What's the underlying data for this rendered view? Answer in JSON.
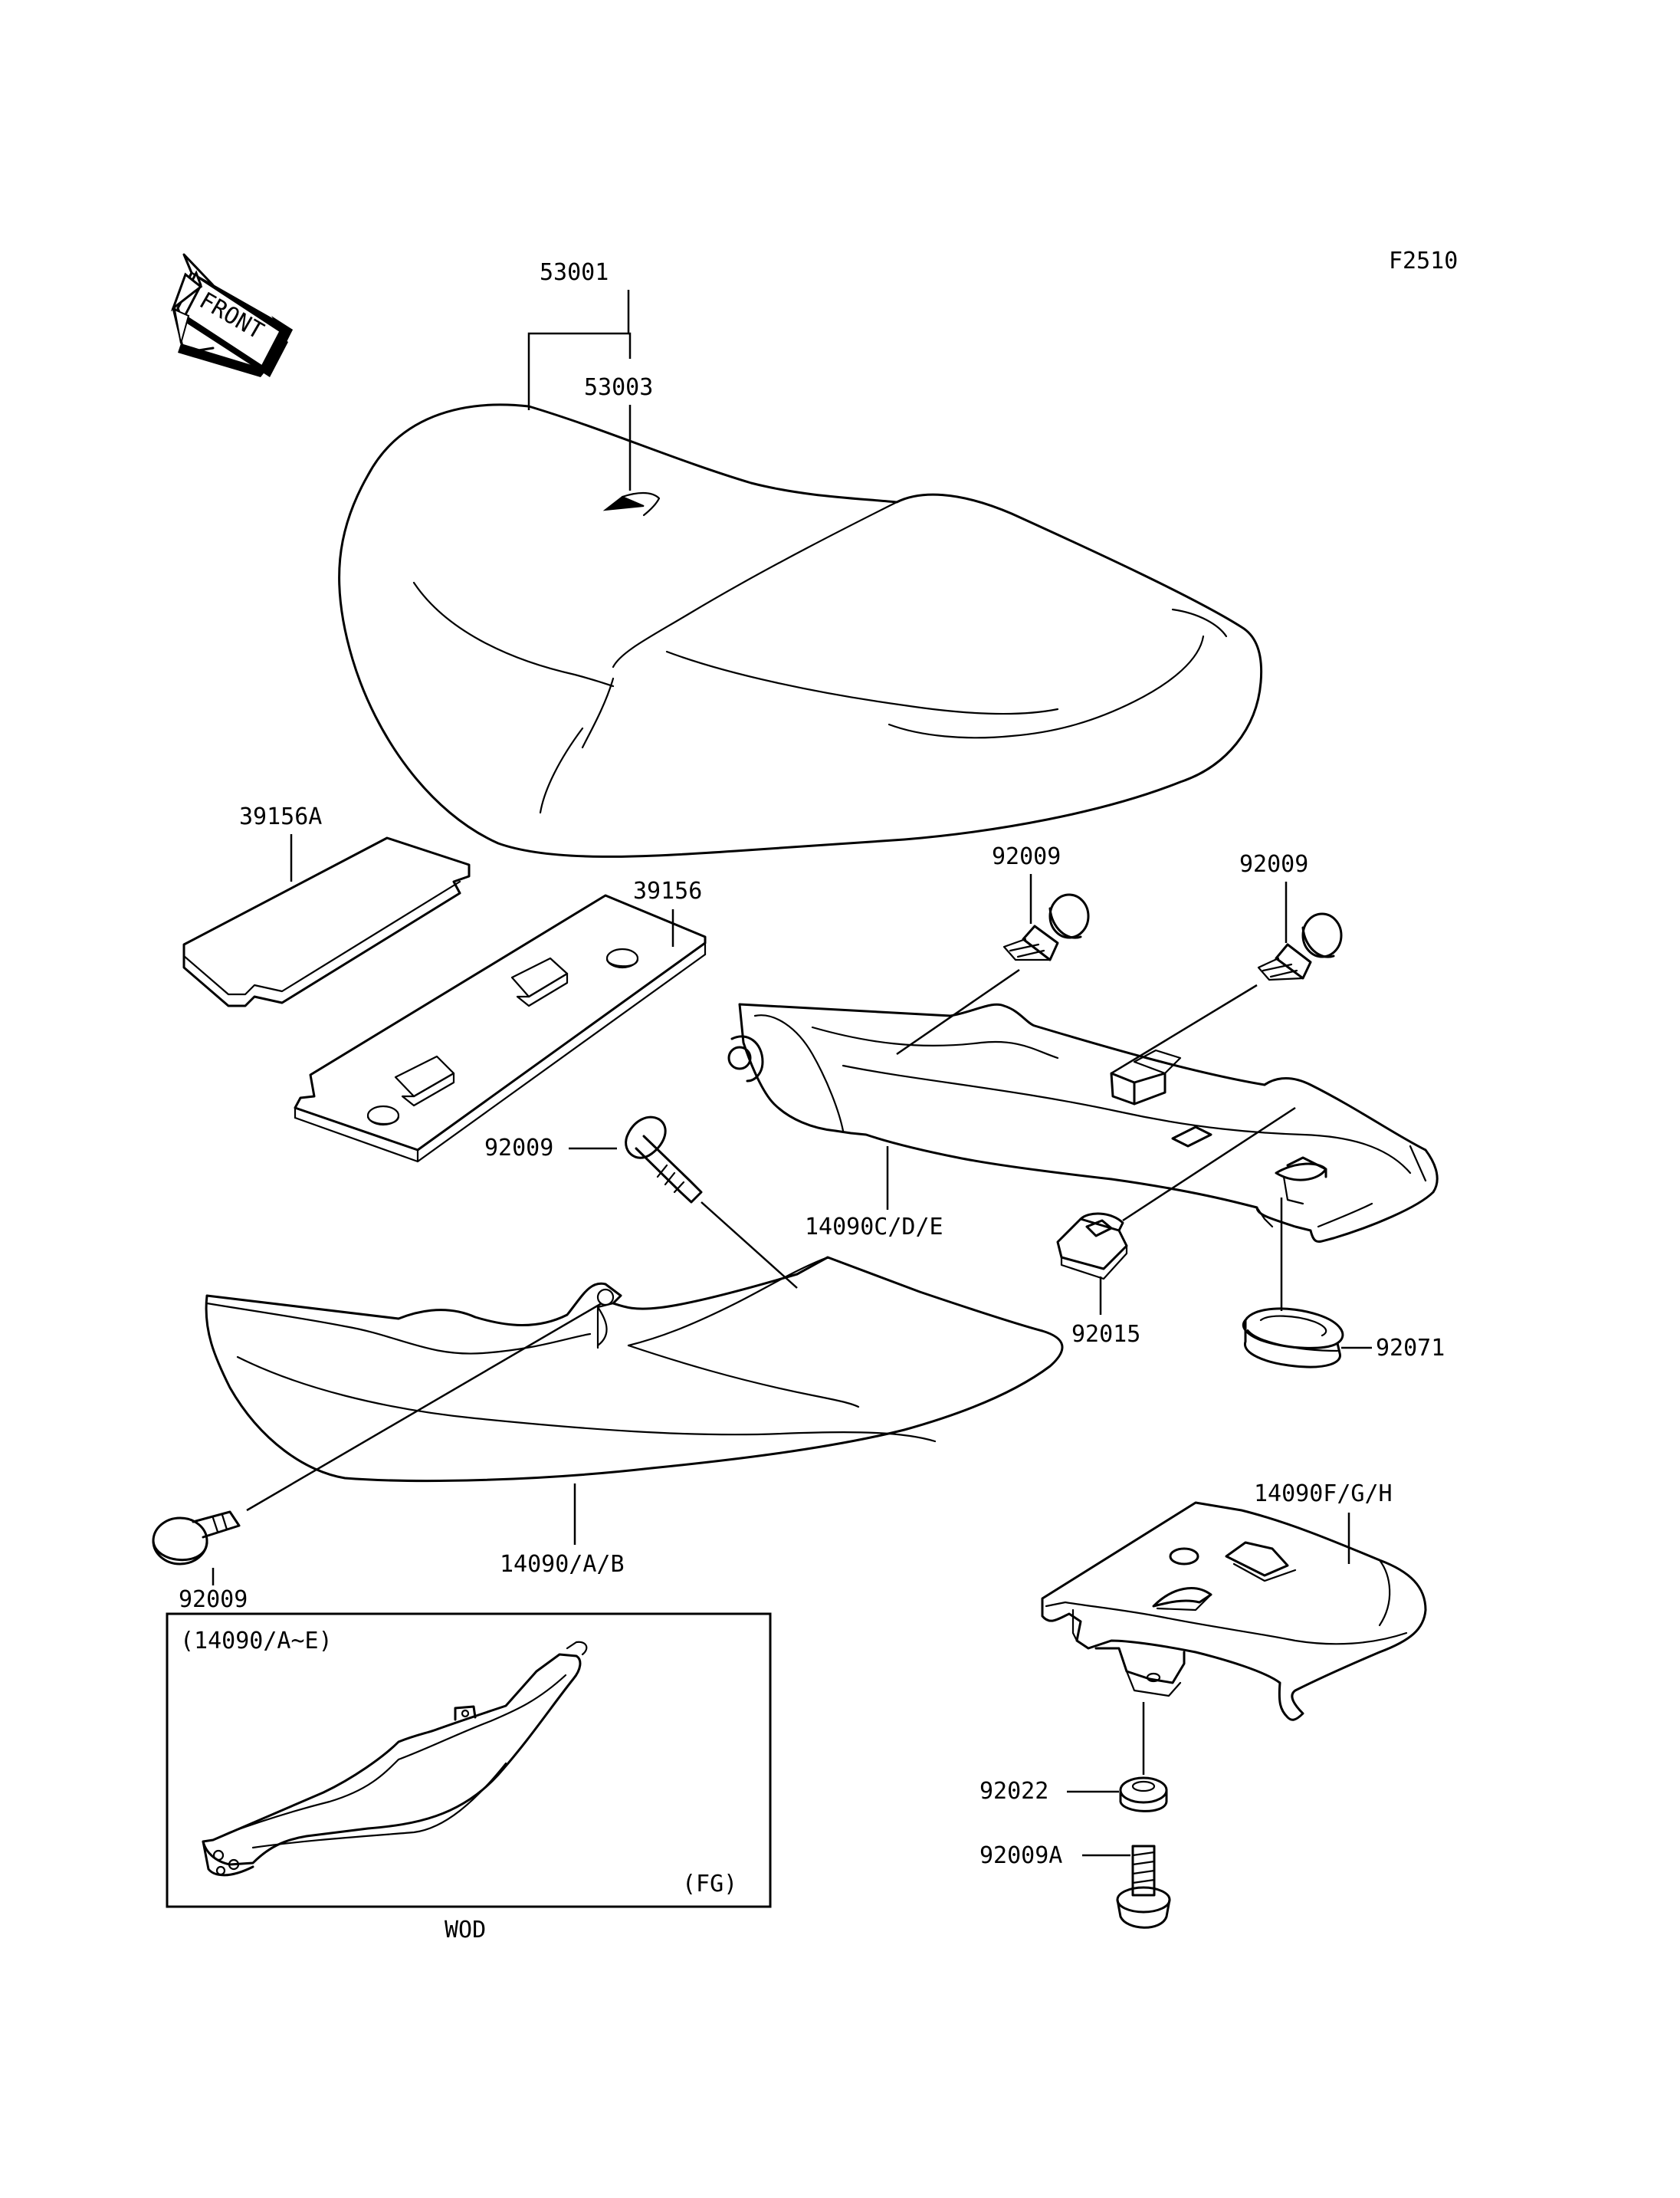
{
  "diagram_code": "F2510",
  "direction_marker": {
    "label": "FRONT"
  },
  "parts": [
    {
      "id": "seat",
      "number": "53001"
    },
    {
      "id": "seat-label",
      "number": "53003"
    },
    {
      "id": "seat-pad-a",
      "number": "39156A"
    },
    {
      "id": "seat-pad",
      "number": "39156"
    },
    {
      "id": "bolt-upper-left",
      "number": "92009"
    },
    {
      "id": "bolt-upper-right",
      "number": "92009"
    },
    {
      "id": "bolt-middle",
      "number": "92009"
    },
    {
      "id": "bolt-lower-left",
      "number": "92009"
    },
    {
      "id": "side-cover-rear",
      "number": "14090C/D/E"
    },
    {
      "id": "side-cover-front",
      "number": "14090/A/B"
    },
    {
      "id": "clip-nut",
      "number": "92015"
    },
    {
      "id": "grommet",
      "number": "92071"
    },
    {
      "id": "tail-cover",
      "number": "14090F/G/H"
    },
    {
      "id": "damper",
      "number": "92022"
    },
    {
      "id": "bolt-tail",
      "number": "92009A"
    }
  ],
  "inset": {
    "title": "(14090/A~E)",
    "note": "(FG)",
    "caption": "WOD"
  }
}
